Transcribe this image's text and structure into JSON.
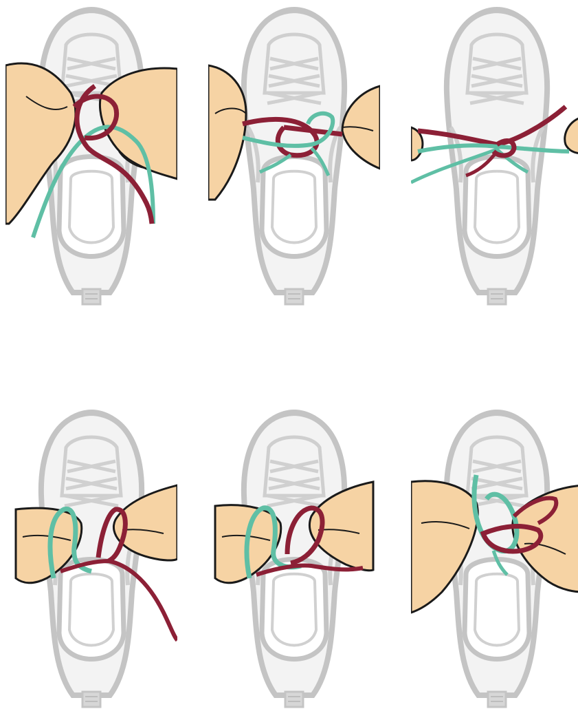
{
  "illustration": {
    "subject": "shoelace-tying-steps",
    "step_count": 6,
    "steps": [
      {
        "id": 1,
        "icon": "hands-crossing-laces-icon"
      },
      {
        "id": 2,
        "icon": "hands-pulling-half-knot-icon"
      },
      {
        "id": 3,
        "icon": "tightened-half-knot-icon"
      },
      {
        "id": 4,
        "icon": "hands-forming-two-loops-icon"
      },
      {
        "id": 5,
        "icon": "hands-crossing-loops-icon"
      },
      {
        "id": 6,
        "icon": "hands-finishing-bow-icon"
      }
    ]
  },
  "colors": {
    "shoe_outline": "#c8c8c8",
    "shoe_fill": "#f2f2f2",
    "skin": "#f6d3a4",
    "skin_shadow": "#e0b07c",
    "ink": "#1a1a1a",
    "lace_teal": "#5fbfa5",
    "lace_maroon": "#8c2036",
    "background": "#ffffff"
  }
}
